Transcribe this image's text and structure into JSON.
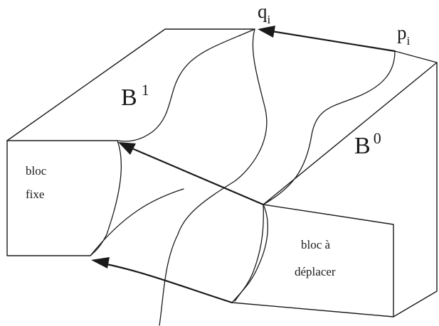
{
  "labels": {
    "q": {
      "base": "q",
      "sub": "i"
    },
    "p": {
      "base": "p",
      "sub": "i"
    },
    "b1": {
      "base": "B",
      "sup": "1"
    },
    "b0": {
      "base": "B",
      "sup": "0"
    },
    "fixed_block": [
      "bloc",
      "fixe"
    ],
    "moving_block": [
      "bloc à",
      "déplacer"
    ]
  }
}
